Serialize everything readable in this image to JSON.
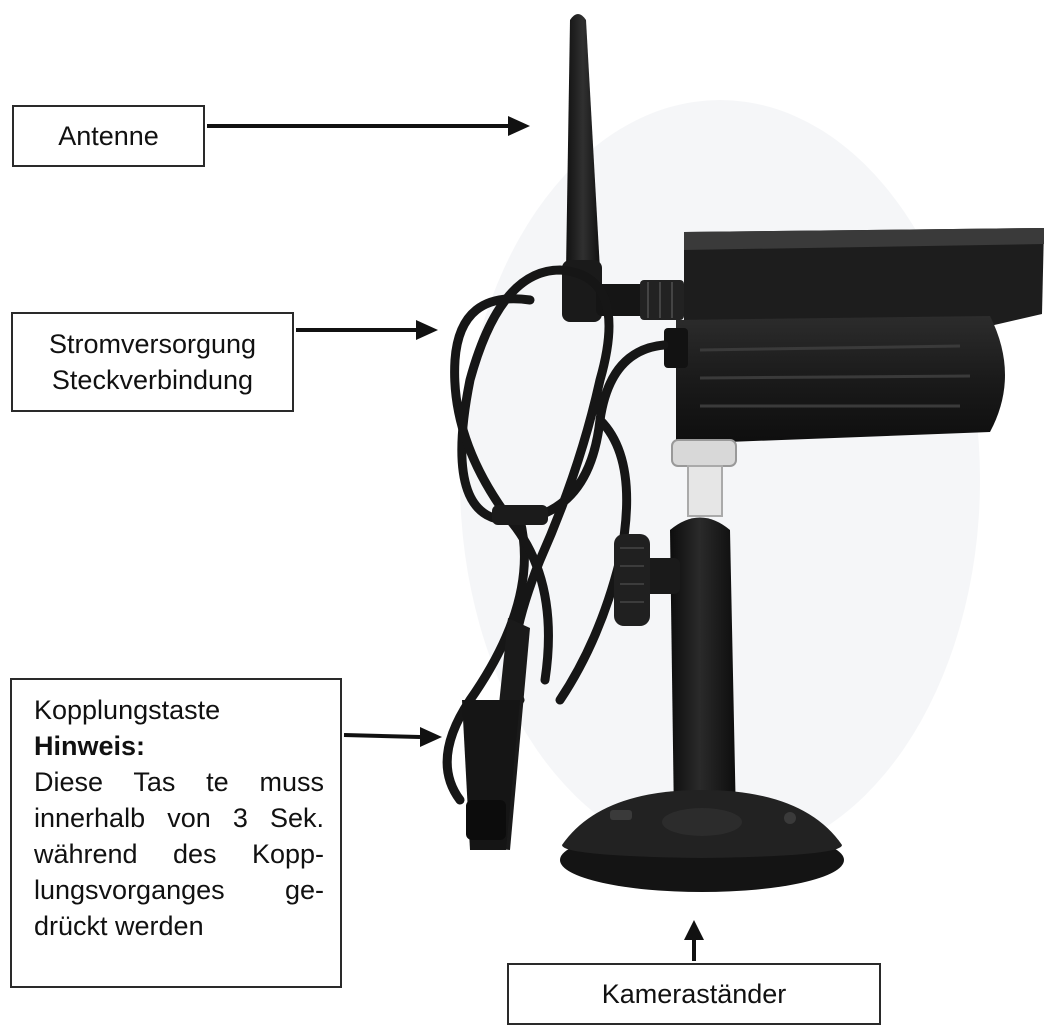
{
  "labels": {
    "antenne": "Antenne",
    "strom_line1": "Stromversorgung",
    "strom_line2": "Steckverbindung",
    "kopplung_title": "Kopplungstaste",
    "kopplung_hint": "Hinweis:",
    "kopplung_text": "Diese Tas te muss innerhalb von 3 Sek. während des Kopp-lungsvorganges ge-drückt werden",
    "staender": "Kameraständer"
  },
  "colors": {
    "device": "#1b1b1b",
    "background": "#ffffff",
    "box_border": "#2a2a2a",
    "arrow": "#111111"
  },
  "icons": [
    "wifi-antenna-icon",
    "camera-housing-icon",
    "cable-loop-icon",
    "mount-stand-icon"
  ]
}
